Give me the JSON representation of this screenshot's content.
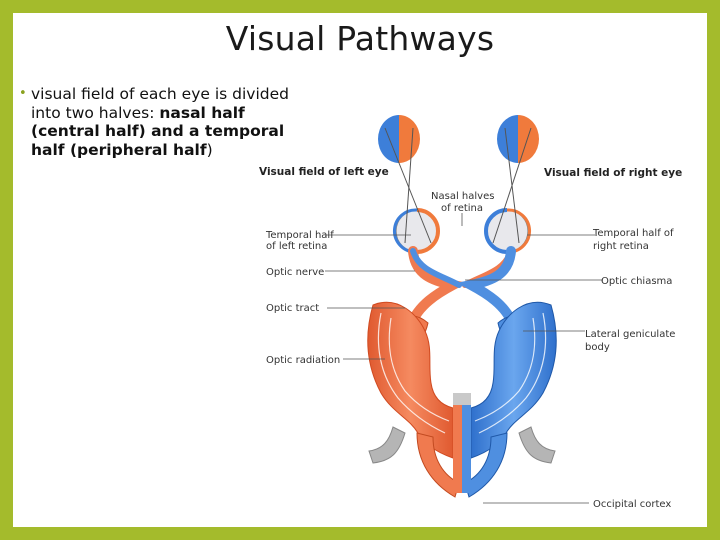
{
  "slide": {
    "title": "Visual Pathways",
    "bullet_intro": "visual field of each eye is divided into two halves: ",
    "bullet_bold": "nasal half (central half) and a temporal half (peripheral half",
    "bullet_end": ")"
  },
  "diagram": {
    "left_field_label": "Visual field of left eye",
    "right_field_label": "Visual field of right eye",
    "nasal_halves_line1": "Nasal halves",
    "nasal_halves_line2": "of retina",
    "temporal_left_line1": "Temporal half",
    "temporal_left_line2": "of left retina",
    "temporal_right_line1": "Temporal half of",
    "temporal_right_line2": "right retina",
    "optic_nerve": "Optic nerve",
    "optic_chiasma": "Optic chiasma",
    "optic_tract": "Optic tract",
    "lgb_line1": "Lateral geniculate",
    "lgb_line2": "body",
    "optic_radiation": "Optic radiation",
    "occipital_cortex": "Occipital cortex",
    "colors": {
      "left_path": "#f07a4f",
      "right_path": "#4f8fe0",
      "frame": "#a4bb2c"
    }
  }
}
